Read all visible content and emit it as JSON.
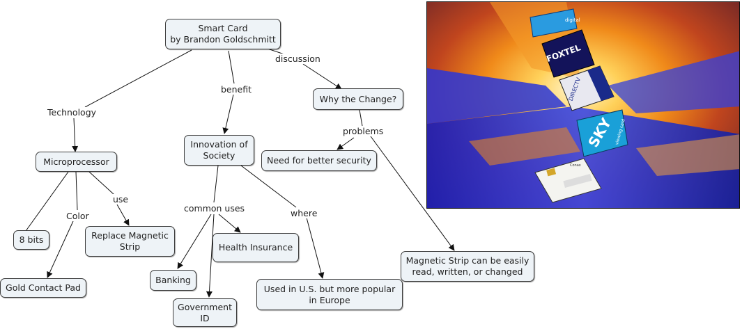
{
  "nodes": {
    "smart_card": "Smart Card\nby Brandon Goldschmitt",
    "why_change": "Why the Change?",
    "microprocessor": "Microprocessor",
    "innovation": "Innovation of\nSociety",
    "need_security": "Need for better security",
    "replace_magnetic": "Replace Magnetic\nStrip",
    "eight_bits": "8 bits",
    "health_insurance": "Health Insurance",
    "gold_contact": "Gold Contact Pad",
    "banking": "Banking",
    "used_us": "Used in U.S. but more popular\nin Europe",
    "government_id": "Government\nID",
    "magnetic_strip": "Magnetic Strip can be easily\nread, written, or changed"
  },
  "links": {
    "technology": "Technology",
    "benefit": "benefit",
    "discussion": "discussion",
    "problems": "problems",
    "use": "use",
    "color": "Color",
    "common_uses": "common uses",
    "where": "where"
  },
  "image": {
    "cards": [
      "digital",
      "FOXTEL",
      "DIRECTV",
      "SKY",
      "viewing card",
      "Conax"
    ]
  },
  "colors": {
    "node_fill": "#eef3f7",
    "node_border": "#3c3c3c",
    "line": "#111111"
  }
}
